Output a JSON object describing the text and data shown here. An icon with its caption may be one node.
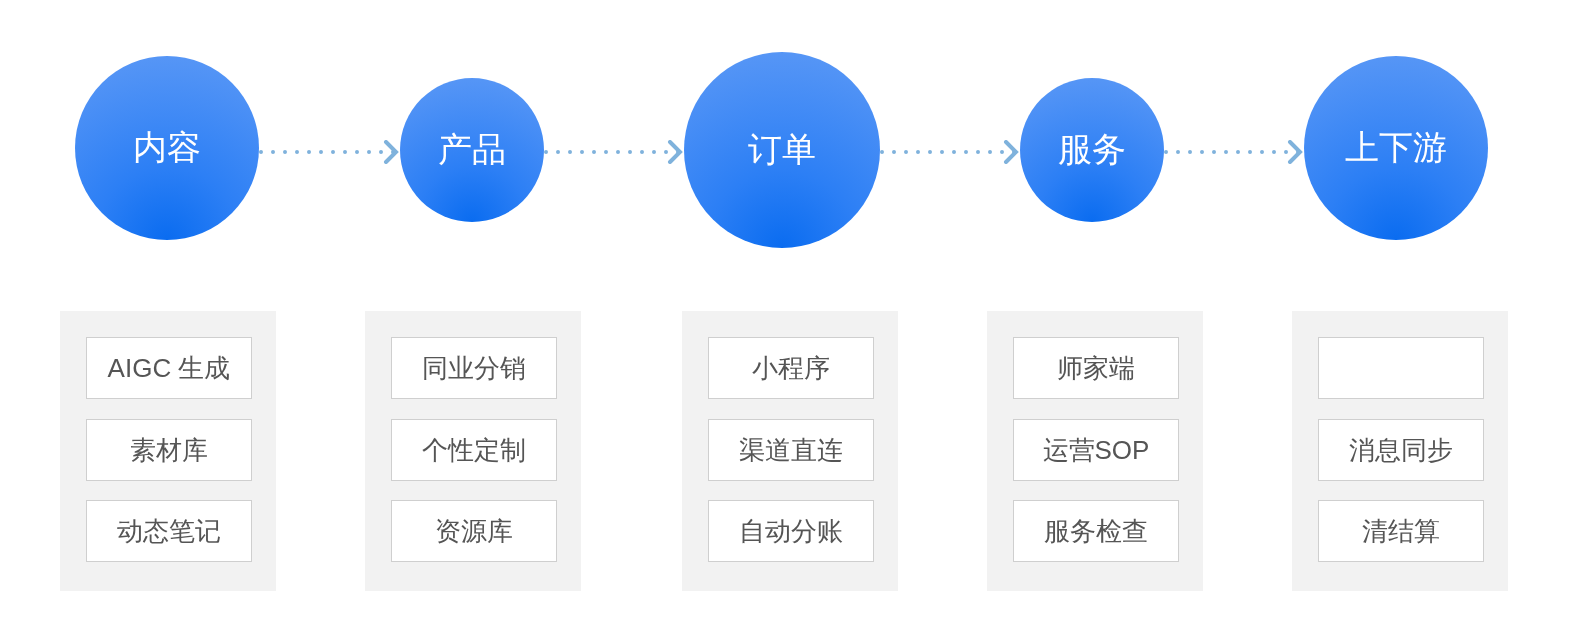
{
  "diagram": {
    "nodes": [
      {
        "text": [
          "内容"
        ]
      },
      {
        "text": [
          "产品"
        ]
      },
      {
        "text": [
          "订单"
        ]
      },
      {
        "text": [
          "服务"
        ]
      },
      {
        "text": [
          "上下游"
        ]
      },
      {
        "text": [],
        "shape": "box"
      },
      {
        "text": [
          "AIGC 生成"
        ],
        "in": 5
      },
      {
        "text": [
          "素材库"
        ],
        "in": 5
      },
      {
        "text": [
          "动态笔记"
        ],
        "in": 5
      },
      {
        "text": [],
        "shape": "box"
      },
      {
        "text": [
          "同业分销"
        ],
        "in": 9
      },
      {
        "text": [
          "个性定制"
        ],
        "in": 9
      },
      {
        "text": [
          "资源库"
        ],
        "in": 9
      },
      {
        "text": [],
        "shape": "box"
      },
      {
        "text": [
          "小程序"
        ],
        "in": 13
      },
      {
        "text": [
          "渠道直连"
        ],
        "in": 13
      },
      {
        "text": [
          "自动分账"
        ],
        "in": 13
      },
      {
        "text": [],
        "shape": "box"
      },
      {
        "text": [
          "师家端"
        ],
        "in": 17
      },
      {
        "text": [
          "运营SOP"
        ],
        "in": 17
      },
      {
        "text": [
          "服务检查"
        ],
        "in": 17
      },
      {
        "text": [],
        "shape": "box"
      },
      {
        "text": [],
        "shape": "box",
        "in": 21
      },
      {
        "text": [
          "消息同步"
        ],
        "in": 21
      },
      {
        "text": [
          "清结算"
        ],
        "in": 21
      }
    ],
    "edges": [
      {
        "from": 0,
        "to": 1,
        "arrow": "to"
      },
      {
        "from": 1,
        "to": 2,
        "arrow": "to"
      },
      {
        "from": 2,
        "to": 3,
        "arrow": "to"
      },
      {
        "from": 3,
        "to": 4,
        "arrow": "to"
      }
    ]
  }
}
